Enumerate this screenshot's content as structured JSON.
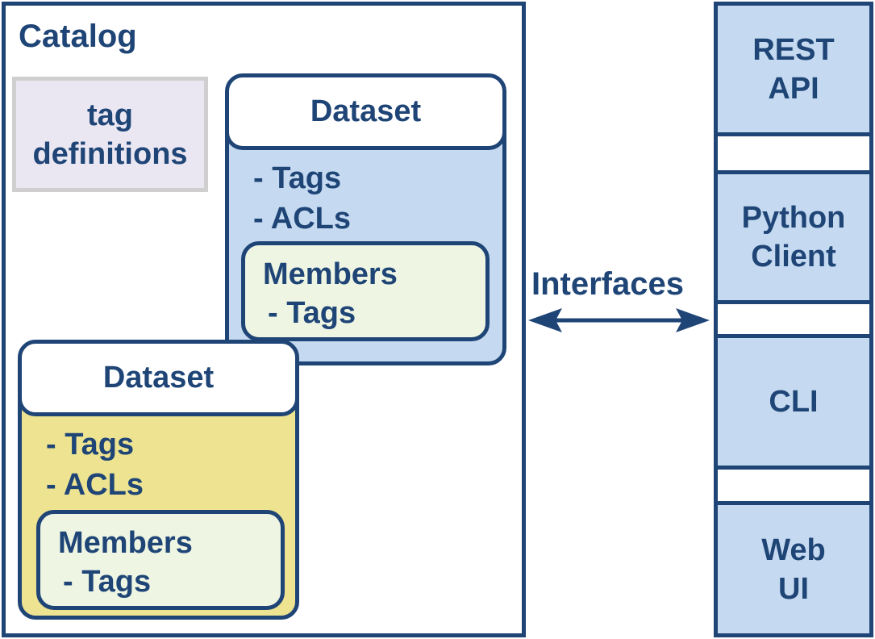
{
  "catalog": {
    "title": "Catalog"
  },
  "tag_definitions": {
    "line1": "tag",
    "line2": "definitions"
  },
  "datasets": [
    {
      "header": "Dataset",
      "items": [
        "- Tags",
        "- ACLs"
      ],
      "members": {
        "title": "Members",
        "item": "- Tags"
      }
    },
    {
      "header": "Dataset",
      "items": [
        "- Tags",
        "- ACLs"
      ],
      "members": {
        "title": "Members",
        "item": "- Tags"
      }
    }
  ],
  "interfaces_label": "Interfaces",
  "interfaces": [
    {
      "line1": "REST",
      "line2": "API"
    },
    {
      "line1": "Python",
      "line2": "Client"
    },
    {
      "line1": "CLI",
      "line2": ""
    },
    {
      "line1": "Web",
      "line2": "UI"
    }
  ],
  "colors": {
    "border": "#1f4577",
    "text": "#1f4577",
    "dataset_back_fill": "#c5daf0",
    "dataset_front_fill": "#ede390",
    "members_fill": "#eef5e3",
    "tag_definitions_fill": "#ebe7f2",
    "interface_fill": "#c5daf0"
  }
}
